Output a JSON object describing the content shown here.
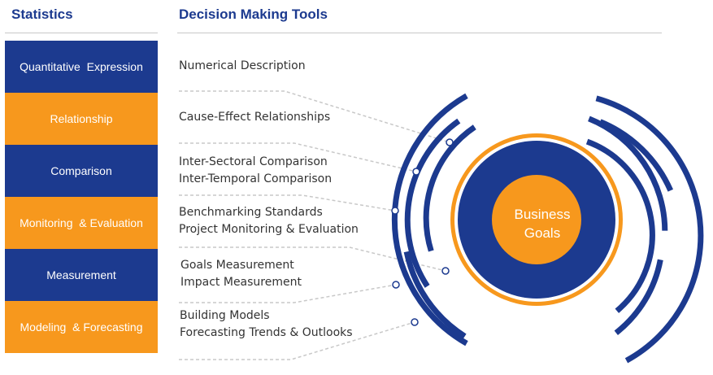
{
  "left_heading": "Statistics",
  "right_heading": "Decision Making Tools",
  "statistics": [
    {
      "label": "Quantitative  Expression",
      "color": "blue"
    },
    {
      "label": "Relationship",
      "color": "orange"
    },
    {
      "label": "Comparison",
      "color": "blue"
    },
    {
      "label": "Monitoring  & Evaluation",
      "color": "orange"
    },
    {
      "label": "Measurement",
      "color": "blue"
    },
    {
      "label": "Modeling  & Forecasting",
      "color": "orange"
    }
  ],
  "tools": [
    {
      "lines": [
        "Numerical Description"
      ]
    },
    {
      "lines": [
        "Cause-Effect  Relationships"
      ]
    },
    {
      "lines": [
        "Inter-Sectoral Comparison",
        "Inter-Temporal Comparison"
      ]
    },
    {
      "lines": [
        "Benchmarking Standards",
        "Project Monitoring & Evaluation"
      ]
    },
    {
      "lines": [
        "Goals Measurement",
        "Impact Measurement"
      ]
    },
    {
      "lines": [
        "Building Models",
        "Forecasting Trends & Outlooks"
      ]
    }
  ],
  "center": {
    "line1": "Business",
    "line2": "Goals"
  },
  "colors": {
    "navy": "#1c3a8f",
    "orange": "#f7981d",
    "text": "#333333",
    "dash": "#c8c8c8"
  }
}
